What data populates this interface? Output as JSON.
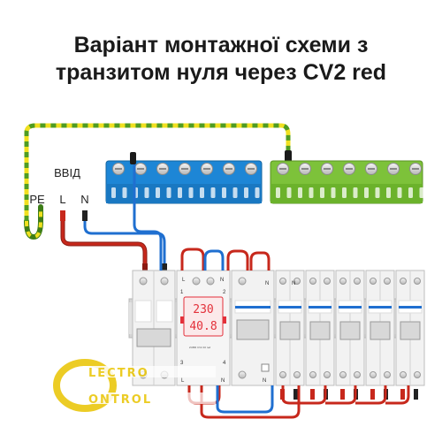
{
  "title": {
    "line1": "Варіант монтажної схеми з",
    "line2": "транзитом нуля через CV2 red"
  },
  "inputs": {
    "group_label": "ВВІД",
    "pe": "PE",
    "l": "L",
    "n": "N"
  },
  "relay": {
    "terminal_l": "L",
    "terminal_n": "N",
    "display_top": "230",
    "display_bottom": "40.8",
    "terminal_1": "1",
    "terminal_2": "2",
    "terminal_3": "3",
    "terminal_4": "4",
    "model": "ZUBR CV2 40 red",
    "bottom_l": "L",
    "bottom_n": "N"
  },
  "rcd": {
    "terminal_n": "N"
  },
  "breakers": {
    "terminal_n": "N"
  },
  "watermark": {
    "line1": "LECTRO",
    "line2": "ONTROL"
  },
  "colors": {
    "live": "#c7281c",
    "neutral": "#1f6fd0",
    "pe_green": "#4f9c22",
    "pe_yellow": "#f0e020",
    "blue_bar": "#1d86d6",
    "green_bar": "#7dc23a",
    "relay_display": "#e3303a"
  }
}
